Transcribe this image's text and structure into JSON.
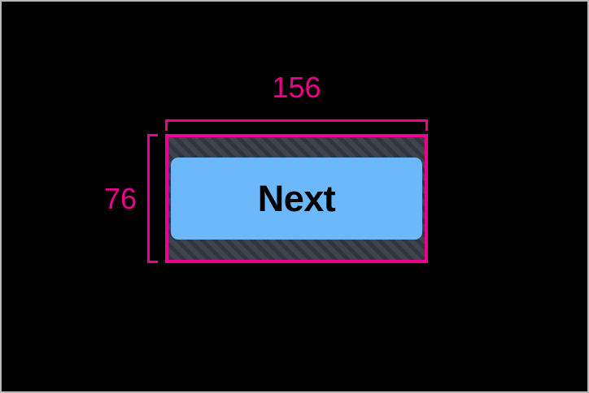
{
  "canvas": {
    "background_color": "#000000",
    "frame_color": "#b9b9b9"
  },
  "measurement": {
    "accent_color": "#ec008c",
    "width_label": "156",
    "height_label": "76"
  },
  "element": {
    "type": "button",
    "label": "Next",
    "surface_color": "#6cb8fb",
    "label_color": "#000000",
    "padding_color": "#373d45",
    "padding_pattern": "diagonal-hatch"
  }
}
